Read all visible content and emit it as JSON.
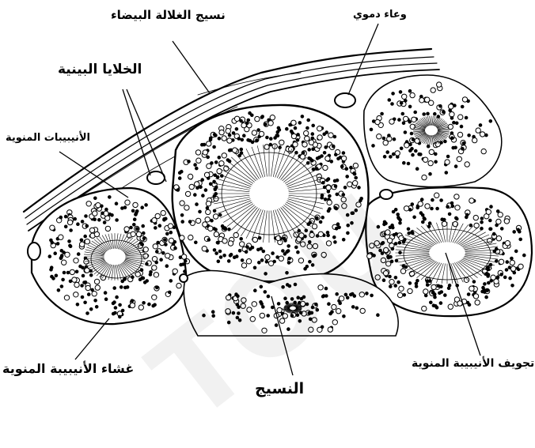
{
  "labels": {
    "white_tunic_tissue": "نسيج الغلالة البيضاء",
    "blood_vessel": "وعاء دموي",
    "interstitial_cells": "الخلايا البينية",
    "seminiferous_tubules": "الأنيبيبات المنوية",
    "tubule_lumen": "تجويف الأنيبيبة المنوية",
    "tubule_membrane": "غشاء الأنيبيبة المنوية",
    "tissue": "النسيج"
  },
  "watermark": "TOU",
  "colors": {
    "ink": "#000000",
    "paper": "#ffffff"
  }
}
